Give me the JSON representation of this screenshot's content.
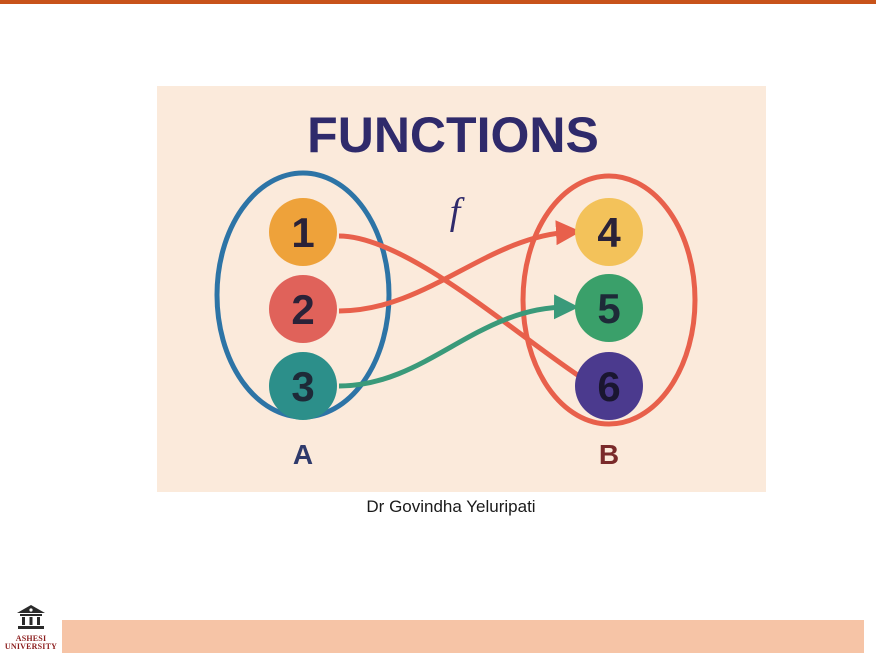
{
  "diagram": {
    "title": "FUNCTIONS",
    "function_symbol": "f",
    "set_a": {
      "label": "A",
      "elements": [
        "1",
        "2",
        "3"
      ]
    },
    "set_b": {
      "label": "B",
      "elements": [
        "4",
        "5",
        "6"
      ]
    },
    "mappings": [
      {
        "from": "1",
        "to": "6"
      },
      {
        "from": "2",
        "to": "4"
      },
      {
        "from": "3",
        "to": "5"
      }
    ],
    "colors": {
      "background": "#fbeadb",
      "title": "#2f2a6b",
      "set_a_outline": "#2d74a6",
      "set_b_outline": "#e8604b",
      "element_1": "#eea23a",
      "element_2": "#e0625a",
      "element_3": "#2c8f8a",
      "element_4": "#f3c25a",
      "element_5": "#3aa06a",
      "element_6": "#4b3a8e",
      "label_a": "#2f3a6b",
      "label_b": "#7a2a2a"
    }
  },
  "caption": "Dr Govindha Yeluripati",
  "logo": {
    "icon": "university-building-icon",
    "line1": "ASHESI",
    "line2": "UNIVERSITY"
  },
  "theme": {
    "top_bar": "#c8531a",
    "bottom_band": "#f6c4a6"
  }
}
